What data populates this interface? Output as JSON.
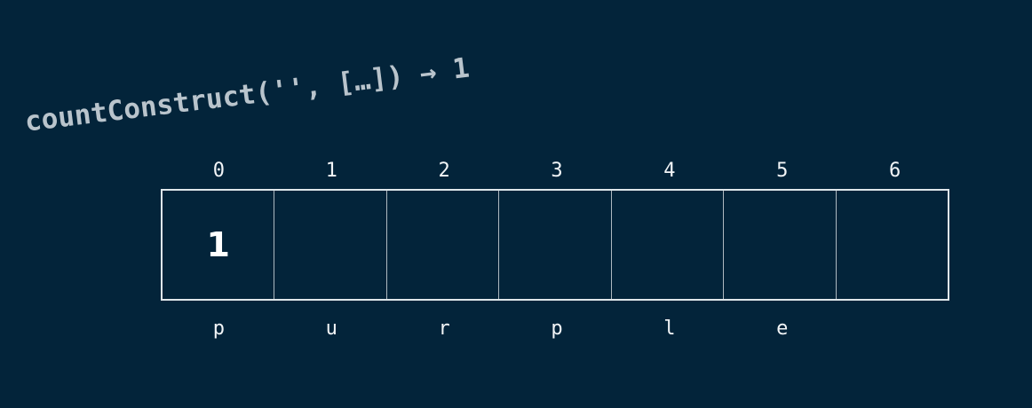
{
  "annotation": {
    "text": "countConstruct('', […]) → 1"
  },
  "table": {
    "indices": [
      "0",
      "1",
      "2",
      "3",
      "4",
      "5",
      "6"
    ],
    "values": [
      "1",
      "",
      "",
      "",
      "",
      "",
      ""
    ],
    "letters": [
      "p",
      "u",
      "r",
      "p",
      "l",
      "e",
      ""
    ]
  },
  "colors": {
    "background": "#03243a",
    "annotation": "#b9c4cc",
    "border": "#dfe6ea",
    "text": "#ffffff"
  }
}
